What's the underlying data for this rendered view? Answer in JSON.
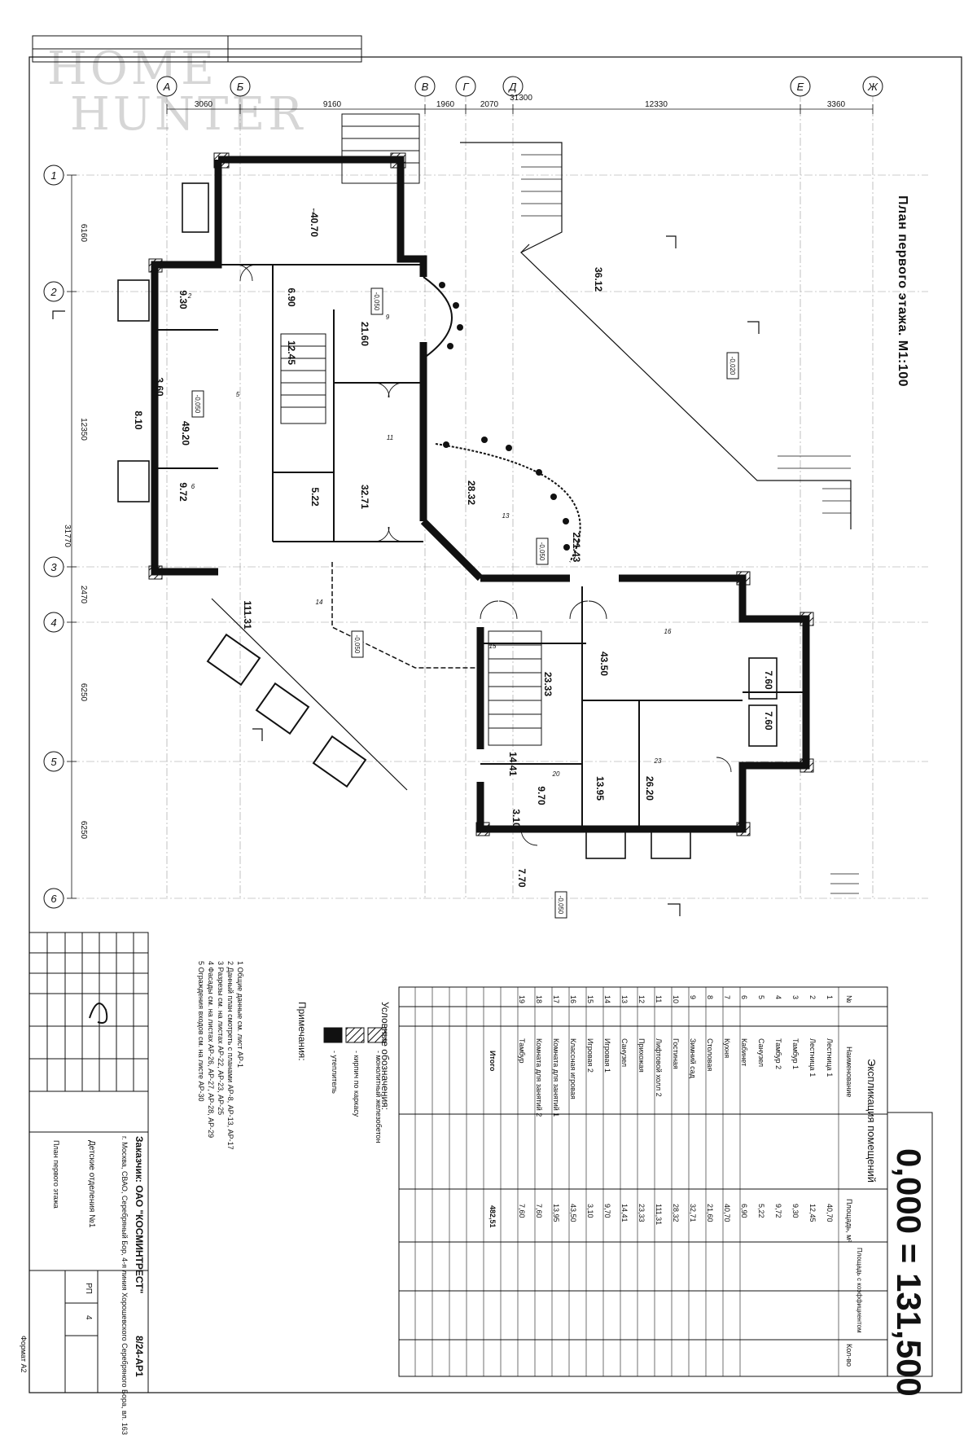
{
  "watermark": {
    "line1": "HOME",
    "line2": "HUNTER"
  },
  "plan_title": "План первого этажа. М1:100",
  "elevation": "0,000 = 131,500",
  "axes_letters": [
    "А",
    "Б",
    "В",
    "Г",
    "Д",
    "Е",
    "Ж"
  ],
  "axes_numbers": [
    "1",
    "2",
    "3",
    "4",
    "5",
    "6"
  ],
  "dim_top": [
    "3060",
    "9160",
    "1960",
    "2070",
    "12330",
    "3360"
  ],
  "dim_top_total": "31300",
  "dim_left": [
    "6160",
    "12350",
    "2470",
    "6250",
    "6250"
  ],
  "dim_left_total": "31770",
  "room_areas": [
    {
      "id": "1",
      "area": "40.70"
    },
    {
      "id": "2",
      "area": "9.30"
    },
    {
      "id": "3",
      "area": "3.60"
    },
    {
      "id": "4",
      "area": "8.10"
    },
    {
      "id": "5",
      "area": "49.20"
    },
    {
      "id": "6",
      "area": "9.72"
    },
    {
      "id": "7",
      "area": "6.90"
    },
    {
      "id": "8",
      "area": "12.45"
    },
    {
      "id": "9",
      "area": "21.60"
    },
    {
      "id": "10",
      "area": "5.22"
    },
    {
      "id": "11",
      "area": "32.71"
    },
    {
      "id": "12",
      "area": "28.32"
    },
    {
      "id": "13",
      "area": "221.43"
    },
    {
      "id": "14",
      "area": "111.31"
    },
    {
      "id": "15",
      "area": "23.33"
    },
    {
      "id": "16",
      "area": "43.50"
    },
    {
      "id": "17",
      "area": "7.60"
    },
    {
      "id": "18",
      "area": "7.60"
    },
    {
      "id": "19",
      "area": "14.41"
    },
    {
      "id": "20",
      "area": "9.70"
    },
    {
      "id": "21",
      "area": "3.10"
    },
    {
      "id": "22",
      "area": "13.95"
    },
    {
      "id": "23",
      "area": "26.20"
    },
    {
      "id": "24",
      "area": "7.70"
    },
    {
      "id": "25",
      "area": "36.12"
    }
  ],
  "level_marks": [
    "-0,050",
    "-0,050",
    "-0,050",
    "-0,050",
    "-0,020",
    "-0,050"
  ],
  "spec": {
    "title": "Экспликация помещений",
    "columns": [
      "№",
      "Наименование",
      "Площадь, м²",
      "Площадь с коэффициентом",
      "Кол-во"
    ],
    "rows": [
      [
        "1",
        "Лестница 1",
        "40,70"
      ],
      [
        "2",
        "Лестница 1",
        "12,45"
      ],
      [
        "3",
        "Тамбур 1",
        "9,30"
      ],
      [
        "4",
        "Тамбур 2",
        "9,72"
      ],
      [
        "5",
        "Санузел",
        "5,22"
      ],
      [
        "6",
        "Кабинет",
        "6,90"
      ],
      [
        "7",
        "Кухня",
        "40,70"
      ],
      [
        "8",
        "Столовая",
        "21,60"
      ],
      [
        "9",
        "Зимний сад",
        "32,71"
      ],
      [
        "10",
        "Гостиная",
        "28,32"
      ],
      [
        "11",
        "Лифтовой холл 2",
        "111,31"
      ],
      [
        "12",
        "Прихожая",
        "23,33"
      ],
      [
        "13",
        "Санузел",
        "14,41"
      ],
      [
        "14",
        "Игровая 1",
        "9,70"
      ],
      [
        "15",
        "Игровая 2",
        "3,10"
      ],
      [
        "16",
        "Классная игровая",
        "43,50"
      ],
      [
        "17",
        "Комната для занятий 1",
        "13,95"
      ],
      [
        "18",
        "Комната для занятий 2",
        "7,60"
      ],
      [
        "19",
        "Тамбур",
        "7,60"
      ]
    ],
    "total_label": "Итого",
    "total_value": "482,51"
  },
  "legend": {
    "title": "Условные обозначения:",
    "items": [
      "- монолитный железобетон",
      "- кирпич по каркасу",
      "- утеплитель"
    ],
    "notes_title": "Примечания:",
    "notes": [
      "1 Общие данные см. лист АР-1",
      "2 Данный план смотреть с планами АР-8, АР-13, АР-17",
      "3 Разрезы см. на листах АР-22, АР-23, АР-25",
      "4 Фасады см. на листах АР-26, АР-27, АР-28, АР-29",
      "5 Ограждения входов см. на листе АР-30"
    ]
  },
  "stamp": {
    "customer": "Заказчик: ОАО \"КОСМИНТРЕСТ\"",
    "code": "8/24-АР1",
    "address": "г. Москва, СВАО, Серебряный Бор, 4-я линия Хорошевского Серебряного Бора, вл. 163",
    "project": "Детские отделения №1",
    "sheet_name": "План первого этажа",
    "stage": "РП",
    "sheet": "4",
    "format": "Формат А2"
  }
}
